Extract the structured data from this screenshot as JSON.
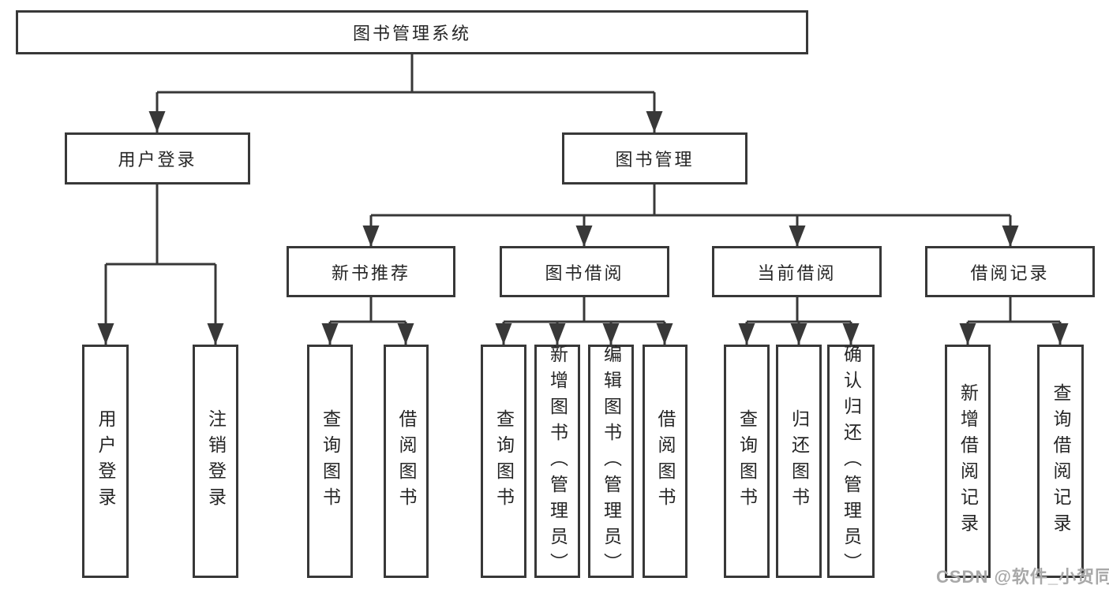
{
  "diagram": {
    "root": {
      "label": "图书管理系统"
    },
    "branches": [
      {
        "label": "用户登录",
        "children": [
          {
            "label": "用户登录"
          },
          {
            "label": "注销登录"
          }
        ]
      },
      {
        "label": "图书管理",
        "children": [
          {
            "label": "新书推荐",
            "children": [
              {
                "label": "查询图书"
              },
              {
                "label": "借阅图书"
              }
            ]
          },
          {
            "label": "图书借阅",
            "children": [
              {
                "label": "查询图书"
              },
              {
                "label": "新增图书（管理员）"
              },
              {
                "label": "编辑图书（管理员）"
              },
              {
                "label": "借阅图书"
              }
            ]
          },
          {
            "label": "当前借阅",
            "children": [
              {
                "label": "查询图书"
              },
              {
                "label": "归还图书"
              },
              {
                "label": "确认归还（管理员）"
              }
            ]
          },
          {
            "label": "借阅记录",
            "children": [
              {
                "label": "新增借阅记录"
              },
              {
                "label": "查询借阅记录"
              }
            ]
          }
        ]
      }
    ]
  },
  "watermark": {
    "text": "CSDN @软件_小贺同学"
  },
  "colors": {
    "line": "#383838",
    "text": "#262626",
    "background": "#ffffff",
    "watermark": "#a8a8a8"
  }
}
